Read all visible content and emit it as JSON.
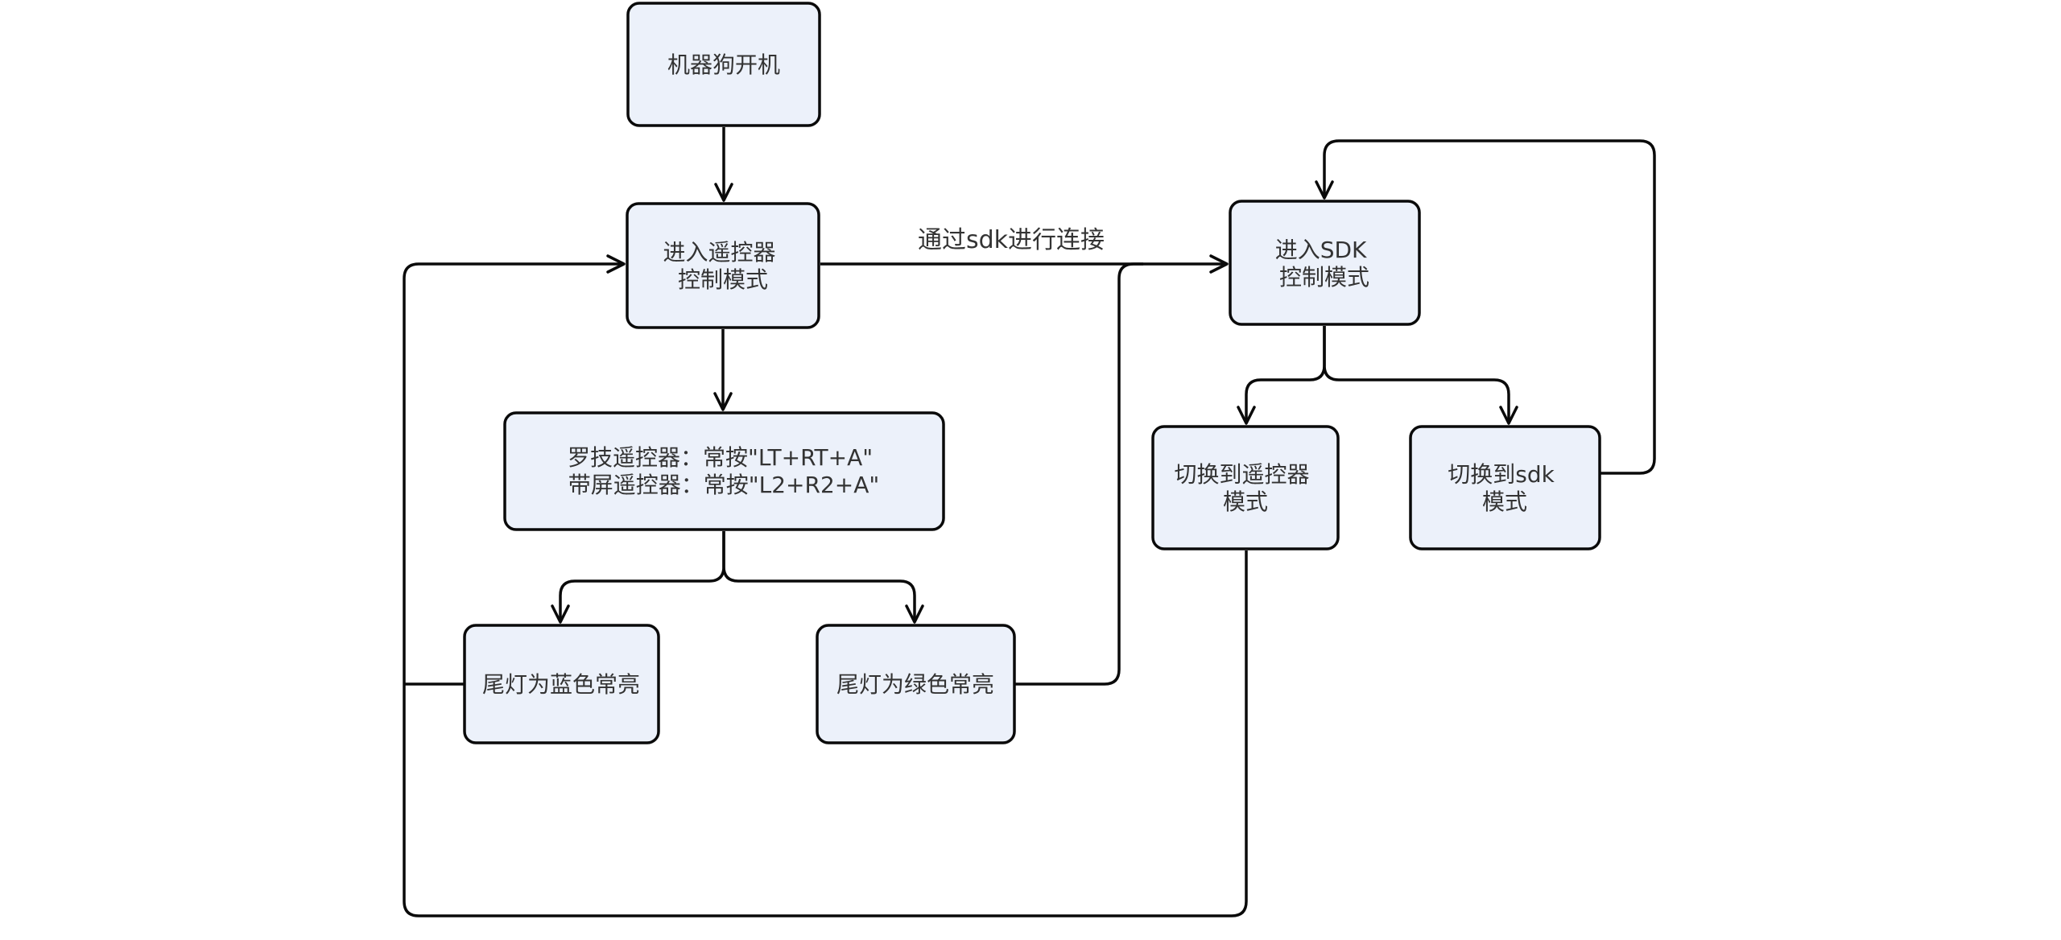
{
  "diagram": {
    "title": "robot-dog-control-mode-flowchart",
    "colors": {
      "background": "#ffffff",
      "node_fill": "#ECF1FA",
      "node_border": "#0a0a0a",
      "edge_color": "#0a0a0a",
      "text_color": "#333333"
    },
    "edge_label": "通过sdk进行连接",
    "nodes": {
      "power_on": {
        "lines": [
          "机器狗开机"
        ]
      },
      "rc_mode": {
        "lines": [
          "进入遥控器",
          "控制模式"
        ]
      },
      "sdk_mode": {
        "lines": [
          "进入SDK",
          "控制模式"
        ]
      },
      "press_keys": {
        "lines": [
          "罗技遥控器：常按\"LT+RT+A\"",
          "带屏遥控器：常按\"L2+R2+A\""
        ]
      },
      "tail_blue": {
        "lines": [
          "尾灯为蓝色常亮"
        ]
      },
      "tail_green": {
        "lines": [
          "尾灯为绿色常亮"
        ]
      },
      "switch_rc": {
        "lines": [
          "切换到遥控器",
          "模式"
        ]
      },
      "switch_sdk": {
        "lines": [
          "切换到sdk",
          "模式"
        ]
      }
    },
    "edges": [
      {
        "from": "power_on",
        "to": "rc_mode",
        "label": ""
      },
      {
        "from": "rc_mode",
        "to": "sdk_mode",
        "label": "通过sdk进行连接"
      },
      {
        "from": "rc_mode",
        "to": "press_keys",
        "label": ""
      },
      {
        "from": "press_keys",
        "to": "tail_blue",
        "label": ""
      },
      {
        "from": "press_keys",
        "to": "tail_green",
        "label": ""
      },
      {
        "from": "tail_green",
        "to": "sdk_mode",
        "label": ""
      },
      {
        "from": "sdk_mode",
        "to": "switch_rc",
        "label": ""
      },
      {
        "from": "sdk_mode",
        "to": "switch_sdk",
        "label": ""
      },
      {
        "from": "switch_sdk",
        "to": "sdk_mode",
        "label": ""
      },
      {
        "from": "switch_rc",
        "to": "rc_mode",
        "label": ""
      },
      {
        "from": "tail_blue",
        "to": "rc_mode",
        "label": ""
      }
    ]
  }
}
